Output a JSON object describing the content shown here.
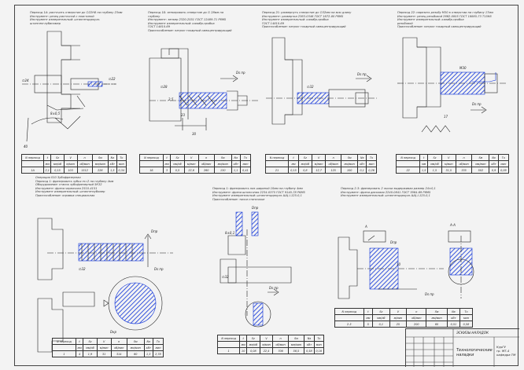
{
  "operations": [
    {
      "id": "op1",
      "text": "Переход 1А: расточить отверстие до ∅22Н8 на глубину 23мм\nИнструмент: резец расточной с пластиной\nИнструмент измерительный: штангенциркуль\nштангенглубиномер"
    },
    {
      "id": "op2",
      "text": "Переход 1Б: зенкеровать отверстие до ∅ 28мм на\nглубину\nИнструмент: зенкер 2320-2551 ГОСТ 12489-71 Р6М5\nИнструмент измерительный: калибр-пробка\nГОСТ 14810-69\nПриспособление: патрон токарный самоцентрирующий"
    },
    {
      "id": "op3",
      "text": "Переход 21: развернуть отверстие до ∅32мм на всю длину\nИнструмент: развертка 2363-0346 ГОСТ 1672-80 Р6М5\nИнструмент измерительный: калибр-пробка\nГОСТ 14810-69\nПриспособление: патрон токарный самоцентрирующий"
    },
    {
      "id": "op4",
      "text": "Переход 22: нарезать резьбу М30 в отверстии на глубину 17мм\nИнструмент: резец резьбовой 2662-0005 ГОСТ 18885-73 Т15К6\nИнструмент измерительный: калибр-пробка\nрезьбовой\nПриспособление: патрон токарный самоцентрирующий"
    },
    {
      "id": "op5",
      "text": "Операция 010 Зубофрезерная\nПереход 1: фрезеровать зубья m=2 на глубину 4мм\nОборудование: станок зубофрезерный 5К32\nИнструмент: фреза червячная 2510-4151\nИнструмент измерительный: штангензубомер\nПриспособление: оправка специальная"
    },
    {
      "id": "op6",
      "text": "Переход 1: фрезеровать паз шириной 10мм на глубину 4мм\nИнструмент: фреза шпоночная 2234-0375 ГОСТ 9140-78 Р6М5\nИнструмент измерительный: штангенциркуль ШЦ-I-125-0,1\nПриспособление: тиски станочные"
    },
    {
      "id": "op7",
      "text": "Переход 2-3: фрезеровать 2 лыски выдерживая размер 24±0,1\nИнструмент: фреза дисковая 2240-0841 ГОСТ 3964-69 Р6М5\nИнструмент измерительный: штангенциркуль ШЦ-I-125-0,1"
    }
  ],
  "dims": {
    "op1": [
      "∅24",
      "∅22",
      "8±0,5",
      "40"
    ],
    "op2": [
      "∅28",
      "Ds пр",
      "30",
      "23",
      "2,5"
    ],
    "op3": [
      "∅32",
      "Ds пр"
    ],
    "op4": [
      "М30",
      "17",
      "Ds пр"
    ],
    "op5": [
      "Dпр",
      "Ds пр",
      "∅32",
      "Dкр"
    ],
    "op6": [
      "Dпр",
      "8±0,1",
      "∅32",
      "Ds пр"
    ],
    "op7": [
      "A",
      "А-А",
      "Dпр",
      "Ds пр",
      "10"
    ]
  },
  "mode_tables": [
    {
      "id": "t1",
      "header": [
        "N переход",
        "t",
        "Sz",
        "V",
        "n",
        "Sм",
        "Nэ",
        "То"
      ],
      "units": [
        "",
        "мм",
        "мм/об",
        "м/мин",
        "об/мин",
        "мм/мин",
        "кВт",
        "мин"
      ],
      "values": [
        "1А",
        "2,1",
        "0,15",
        "103",
        "1512",
        "226",
        "1,5",
        "0,34"
      ]
    },
    {
      "id": "t2",
      "header": [
        "N переход",
        "t",
        "Sz",
        "V",
        "n",
        "Sм",
        "Nэ",
        "То"
      ],
      "units": [
        "",
        "мм",
        "мм/об",
        "м/мин",
        "об/мин",
        "мм/мин",
        "кВт",
        "мин"
      ],
      "values": [
        "1Б",
        "3",
        "0,5",
        "22,6",
        "260",
        "130",
        "1,1",
        "0,41"
      ]
    },
    {
      "id": "t3",
      "header": [
        "N переход",
        "t",
        "Sz",
        "V",
        "n",
        "Sм",
        "Nэ",
        "То"
      ],
      "units": [
        "",
        "мм",
        "мм/об",
        "м/мин",
        "об/мин",
        "мм/мин",
        "кВт",
        "мин"
      ],
      "values": [
        "21",
        "0,15",
        "0,8",
        "12,7",
        "125",
        "100",
        "0,1",
        "0,26"
      ]
    },
    {
      "id": "t4",
      "header": [
        "N переход",
        "t",
        "Sz",
        "V",
        "n",
        "Sм",
        "Nэ",
        "То"
      ],
      "units": [
        "",
        "мм",
        "мм/об",
        "м/мин",
        "об/мин",
        "мм/мин",
        "кВт",
        "мин"
      ],
      "values": [
        "22",
        "1,5",
        "1,5",
        "31,5",
        "335",
        "502",
        "0,9",
        "0,09"
      ]
    },
    {
      "id": "t5",
      "header": [
        "N переход",
        "t",
        "Sz",
        "V",
        "n",
        "Sм",
        "Nэ",
        "То"
      ],
      "units": [
        "",
        "мм",
        "мм/об",
        "м/мин",
        "об/мин",
        "мм/мин",
        "кВт",
        "мин"
      ],
      "values": [
        "1",
        "4",
        "1,9",
        "31",
        "314",
        "60",
        "1,3",
        "2,78"
      ]
    },
    {
      "id": "t6",
      "header": [
        "N переход",
        "t",
        "Sz",
        "V",
        "n",
        "Sм",
        "Nэ",
        "То"
      ],
      "units": [
        "",
        "мм",
        "мм/об",
        "м/мин",
        "об/мин",
        "мм/мин",
        "кВт",
        "мин"
      ],
      "values": [
        "1",
        "10",
        "0,08",
        "22,4",
        "706",
        "56,5",
        "0,58",
        "0,16"
      ]
    },
    {
      "id": "t7",
      "header": [
        "N переход",
        "t",
        "Sz",
        "V",
        "n",
        "Sм",
        "Nэ",
        "То"
      ],
      "units": [
        "",
        "мм",
        "мм/об",
        "м/мин",
        "об/мин",
        "мм/мин",
        "кВт",
        "мин"
      ],
      "values": [
        "2-3",
        "5",
        "0,1",
        "25",
        "200",
        "60",
        "0,51",
        "0,58"
      ]
    }
  ],
  "title_block": {
    "doc_label": "ЭСКИЗЫ НАЛАДОК",
    "title": "Технологические наладки",
    "org": "КурГУ\nгр. МТ-4\nкафедра ТМ"
  }
}
